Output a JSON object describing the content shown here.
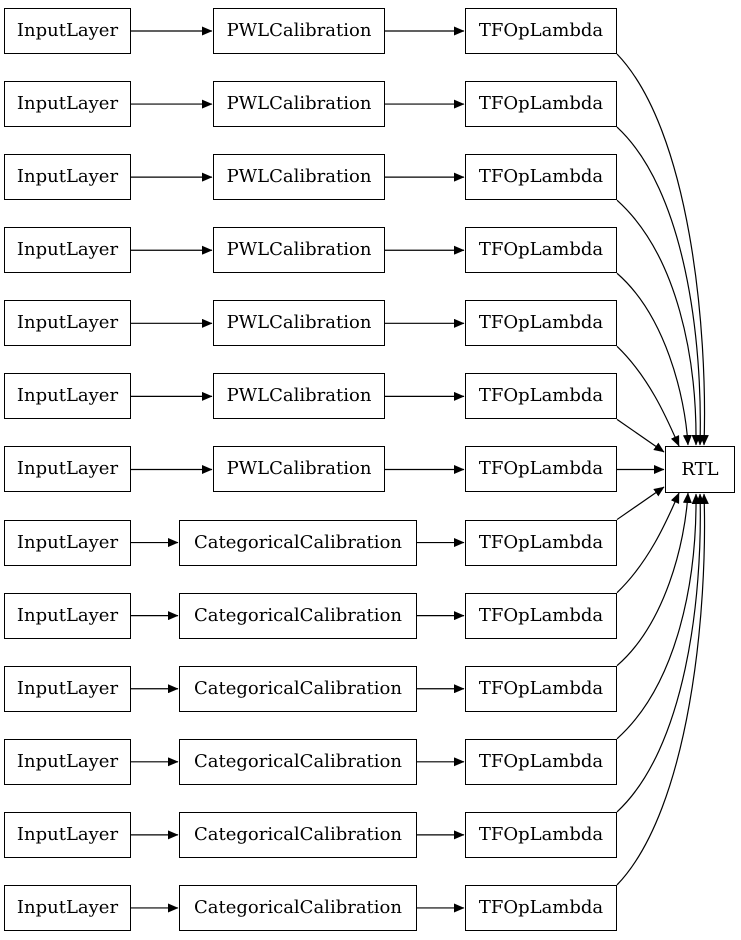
{
  "diagram": {
    "type": "model-graph",
    "colors": {
      "background": "#ffffff",
      "node_fill": "#ffffff",
      "node_border": "#000000",
      "edge": "#000000",
      "text": "#000000"
    },
    "output_node": {
      "label": "RTL"
    },
    "rows": [
      {
        "input": "InputLayer",
        "calibration": "PWLCalibration",
        "lambda": "TFOpLambda"
      },
      {
        "input": "InputLayer",
        "calibration": "PWLCalibration",
        "lambda": "TFOpLambda"
      },
      {
        "input": "InputLayer",
        "calibration": "PWLCalibration",
        "lambda": "TFOpLambda"
      },
      {
        "input": "InputLayer",
        "calibration": "PWLCalibration",
        "lambda": "TFOpLambda"
      },
      {
        "input": "InputLayer",
        "calibration": "PWLCalibration",
        "lambda": "TFOpLambda"
      },
      {
        "input": "InputLayer",
        "calibration": "PWLCalibration",
        "lambda": "TFOpLambda"
      },
      {
        "input": "InputLayer",
        "calibration": "PWLCalibration",
        "lambda": "TFOpLambda"
      },
      {
        "input": "InputLayer",
        "calibration": "CategoricalCalibration",
        "lambda": "TFOpLambda"
      },
      {
        "input": "InputLayer",
        "calibration": "CategoricalCalibration",
        "lambda": "TFOpLambda"
      },
      {
        "input": "InputLayer",
        "calibration": "CategoricalCalibration",
        "lambda": "TFOpLambda"
      },
      {
        "input": "InputLayer",
        "calibration": "CategoricalCalibration",
        "lambda": "TFOpLambda"
      },
      {
        "input": "InputLayer",
        "calibration": "CategoricalCalibration",
        "lambda": "TFOpLambda"
      },
      {
        "input": "InputLayer",
        "calibration": "CategoricalCalibration",
        "lambda": "TFOpLambda"
      }
    ]
  }
}
